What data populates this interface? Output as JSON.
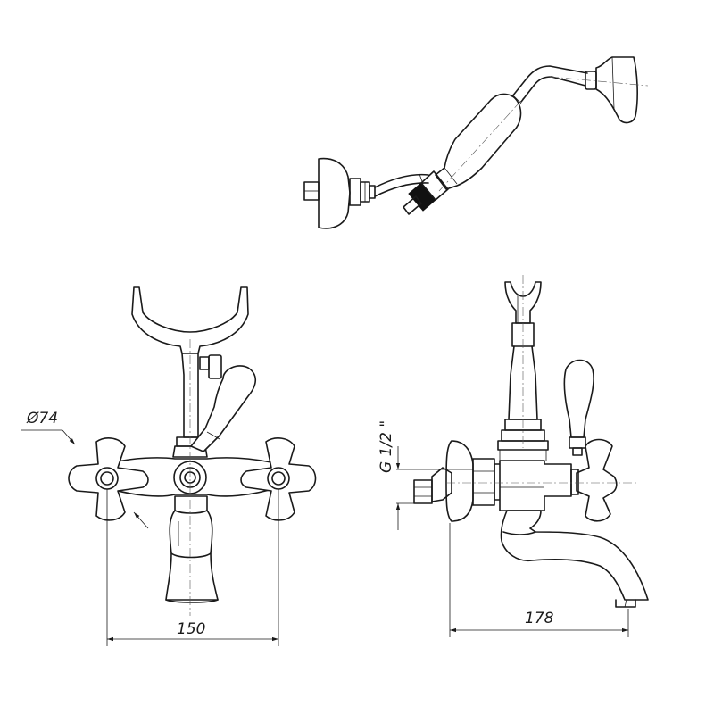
{
  "dimensions": {
    "diameter_label": "Ø74",
    "thread_label": "G 1/2 \"",
    "front_width_label": "150",
    "side_depth_label": "178"
  }
}
